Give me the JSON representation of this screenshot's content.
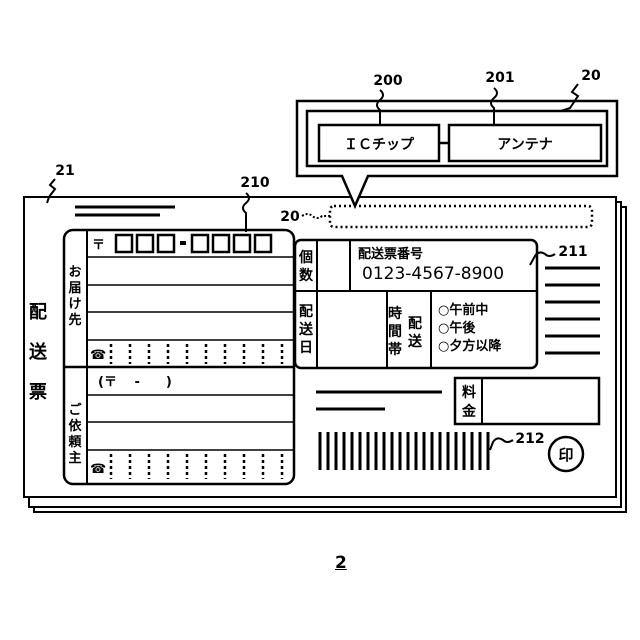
{
  "figure_number": "2",
  "refs": {
    "ic_chip": "200",
    "antenna": "201",
    "tag": "20",
    "tag_on_slip": "20",
    "slip": "21",
    "address_area": "210",
    "slip_number_ref": "211",
    "barcode": "212"
  },
  "ic_tag": {
    "chip_label": "ＩＣチップ",
    "antenna_label": "アンテナ"
  },
  "slip": {
    "title_chars": [
      "配",
      "送",
      "票"
    ],
    "postal_mark": "〒",
    "phone_mark": "☎",
    "recipient_chars": [
      "お",
      "届",
      "け",
      "先"
    ],
    "sender_chars": [
      "ご",
      "依",
      "頼",
      "主"
    ],
    "sender_postal": "(〒　 -　　)",
    "count_chars": [
      "個",
      "数"
    ],
    "delivery_date_chars": [
      "配",
      "送",
      "日"
    ],
    "slip_number_label": "配送票番号",
    "slip_number": "0123-4567-8900",
    "time_slot_chars": [
      "時",
      "間",
      "帯"
    ],
    "delivery_chars": [
      "配",
      "送"
    ],
    "time_options": [
      "○午前中",
      "○午後",
      "○夕方以降"
    ],
    "fee_chars": [
      "料",
      "金"
    ],
    "stamp": "印"
  }
}
